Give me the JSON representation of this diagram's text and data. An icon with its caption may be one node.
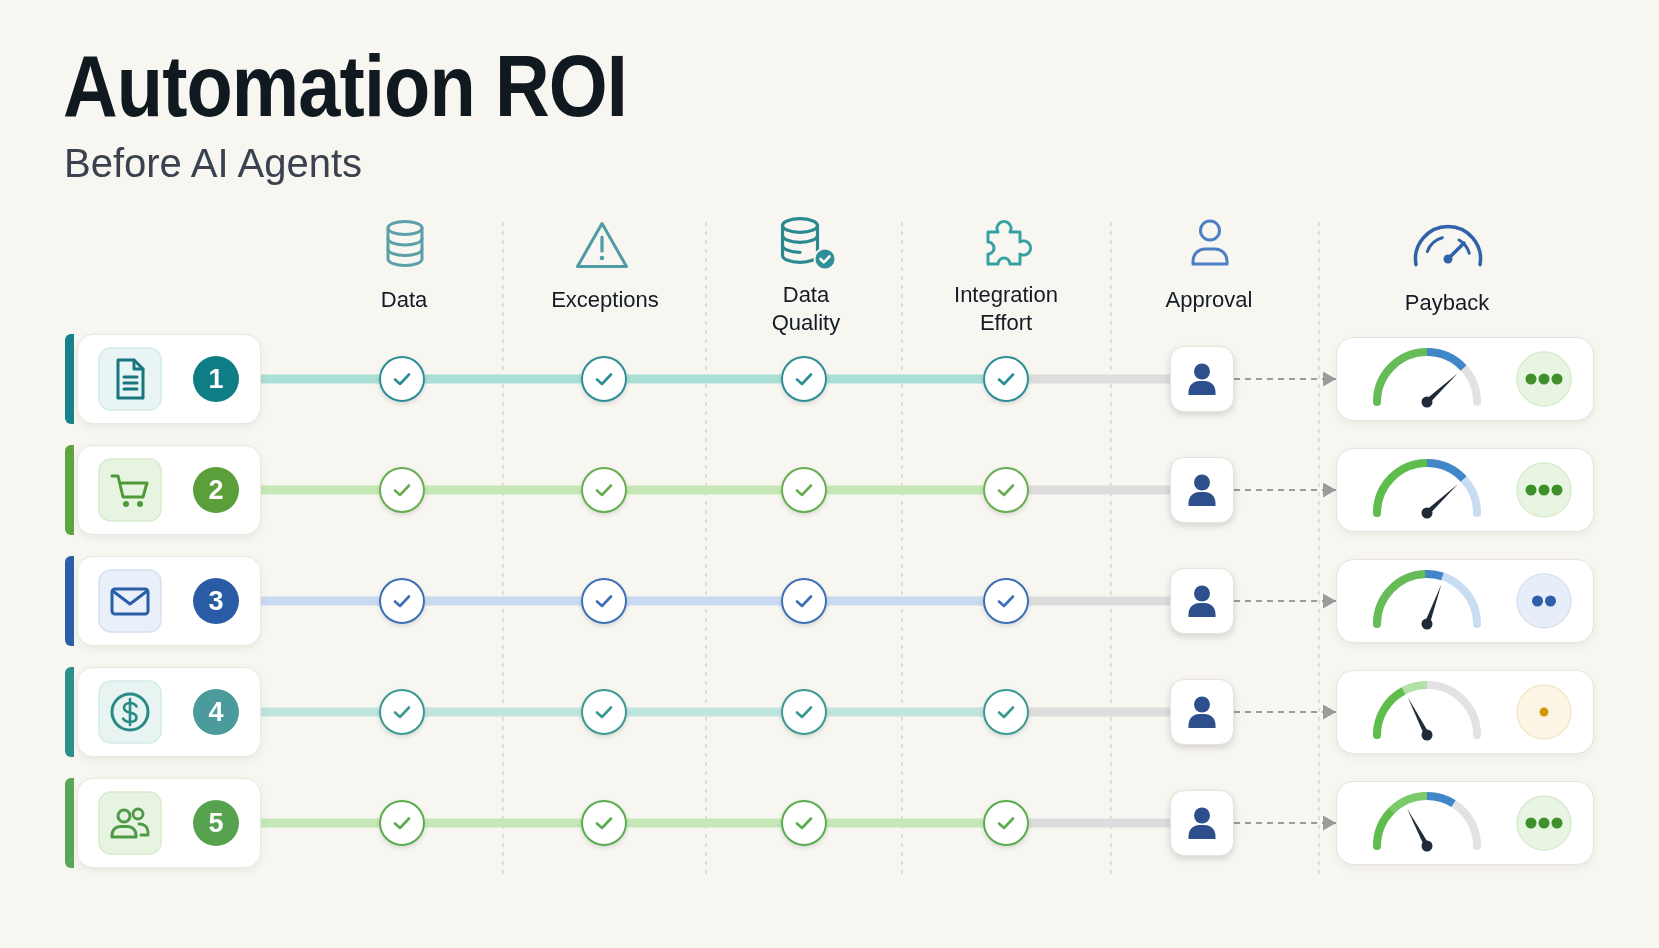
{
  "diagram": {
    "title": "Automation ROI",
    "nodes": [
      {
        "text": [
          "1"
        ]
      },
      {
        "text": [],
        "shape": "circle"
      },
      {
        "text": [],
        "shape": "circle"
      },
      {
        "text": [],
        "shape": "circle"
      },
      {
        "text": [],
        "shape": "circle"
      },
      {
        "text": [],
        "shape": "box"
      },
      {
        "text": [],
        "shape": "box"
      },
      {
        "text": [
          "2"
        ]
      },
      {
        "text": [],
        "shape": "circle"
      },
      {
        "text": [],
        "shape": "circle"
      },
      {
        "text": [],
        "shape": "circle"
      },
      {
        "text": [],
        "shape": "circle"
      },
      {
        "text": [],
        "shape": "box"
      },
      {
        "text": [],
        "shape": "box"
      },
      {
        "text": [
          "3"
        ]
      },
      {
        "text": [],
        "shape": "circle"
      },
      {
        "text": [],
        "shape": "circle"
      },
      {
        "text": [],
        "shape": "circle"
      },
      {
        "text": [],
        "shape": "circle"
      },
      {
        "text": [],
        "shape": "box"
      },
      {
        "text": [],
        "shape": "box"
      },
      {
        "text": [
          "4"
        ]
      },
      {
        "text": [],
        "shape": "circle"
      },
      {
        "text": [],
        "shape": "circle"
      },
      {
        "text": [],
        "shape": "circle"
      },
      {
        "text": [],
        "shape": "circle"
      },
      {
        "text": [],
        "shape": "box"
      },
      {
        "text": [],
        "shape": "box"
      },
      {
        "text": [
          "5"
        ]
      },
      {
        "text": [],
        "shape": "circle"
      },
      {
        "text": [],
        "shape": "circle"
      },
      {
        "text": [],
        "shape": "circle"
      },
      {
        "text": [],
        "shape": "circle"
      },
      {
        "text": [],
        "shape": "box"
      },
      {
        "text": [],
        "shape": "box"
      }
    ],
    "edges": [
      {
        "from": 0,
        "to": 1,
        "arrow": "none",
        "color": "#aadfd6"
      },
      {
        "from": 1,
        "to": 2,
        "arrow": "none",
        "color": "#aadfd6"
      },
      {
        "from": 2,
        "to": 3,
        "arrow": "none",
        "color": "#aadfd6"
      },
      {
        "from": 3,
        "to": 4,
        "arrow": "none",
        "color": "#aadfd6"
      },
      {
        "from": 4,
        "to": 5,
        "arrow": "none",
        "color": "#dddddd"
      },
      {
        "from": 5,
        "to": 6,
        "arrow": "to",
        "style": "dashed"
      },
      {
        "from": 7,
        "to": 8,
        "arrow": "none",
        "color": "#c6e8b6"
      },
      {
        "from": 8,
        "to": 9,
        "arrow": "none",
        "color": "#c6e8b6"
      },
      {
        "from": 9,
        "to": 10,
        "arrow": "none",
        "color": "#c6e8b6"
      },
      {
        "from": 10,
        "to": 11,
        "arrow": "none",
        "color": "#c6e8b6"
      },
      {
        "from": 11,
        "to": 12,
        "arrow": "none",
        "color": "#dddddd"
      },
      {
        "from": 12,
        "to": 13,
        "arrow": "to",
        "style": "dashed"
      },
      {
        "from": 14,
        "to": 15,
        "arrow": "none",
        "color": "#c8daf1"
      },
      {
        "from": 15,
        "to": 16,
        "arrow": "none",
        "color": "#c8daf1"
      },
      {
        "from": 16,
        "to": 17,
        "arrow": "none",
        "color": "#c8daf1"
      },
      {
        "from": 17,
        "to": 18,
        "arrow": "none",
        "color": "#c8daf1"
      },
      {
        "from": 18,
        "to": 19,
        "arrow": "none",
        "color": "#dddddd"
      },
      {
        "from": 19,
        "to": 20,
        "arrow": "to",
        "style": "dashed"
      },
      {
        "from": 21,
        "to": 22,
        "arrow": "none",
        "color": "#c0e4de"
      },
      {
        "from": 22,
        "to": 23,
        "arrow": "none",
        "color": "#c0e4de"
      },
      {
        "from": 23,
        "to": 24,
        "arrow": "none",
        "color": "#c0e4de"
      },
      {
        "from": 24,
        "to": 25,
        "arrow": "none",
        "color": "#c0e4de"
      },
      {
        "from": 25,
        "to": 26,
        "arrow": "none",
        "color": "#dddddd"
      },
      {
        "from": 26,
        "to": 27,
        "arrow": "to",
        "style": "dashed"
      },
      {
        "from": 28,
        "to": 29,
        "arrow": "none",
        "color": "#c6e8b6"
      },
      {
        "from": 29,
        "to": 30,
        "arrow": "none",
        "color": "#c6e8b6"
      },
      {
        "from": 30,
        "to": 31,
        "arrow": "none",
        "color": "#c6e8b6"
      },
      {
        "from": 31,
        "to": 32,
        "arrow": "none",
        "color": "#c6e8b6"
      },
      {
        "from": 32,
        "to": 33,
        "arrow": "none",
        "color": "#dddddd"
      },
      {
        "from": 33,
        "to": 34,
        "arrow": "to",
        "style": "dashed"
      }
    ],
    "labels": [
      "Before AI Agents",
      "Data",
      "Exceptions",
      "Data Quality",
      "Integration Effort",
      "Approval",
      "Payback"
    ]
  }
}
